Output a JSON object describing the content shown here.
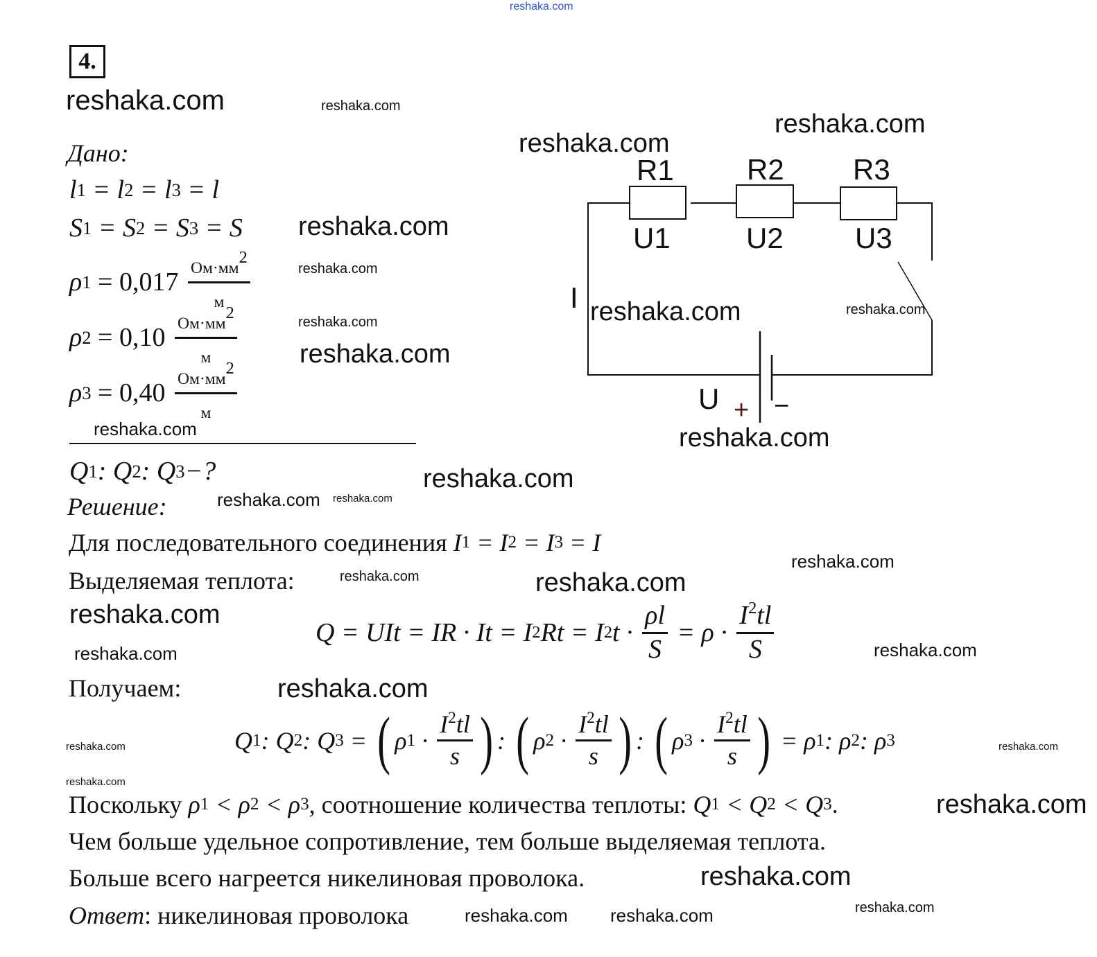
{
  "watermark": "reshaka.com",
  "problem_number": "4.",
  "given": {
    "heading": "Дано:",
    "lengths": [
      "l",
      "_1",
      " = ",
      "l",
      "_2",
      " = ",
      "l",
      "_3",
      " = ",
      "l"
    ],
    "areas": [
      "S",
      "_1",
      " = ",
      "S",
      "_2",
      " = ",
      "S",
      "_3",
      " = ",
      "S"
    ],
    "rho1": [
      "ρ",
      "_1",
      {
        "rm": " = 0,017 "
      },
      {
        "num": [
          {
            "u": "Ом·мм"
          },
          "^2"
        ],
        "den": [
          {
            "u": "м"
          }
        ]
      }
    ],
    "rho2": [
      "ρ",
      "_2",
      {
        "rm": " = 0,10 "
      },
      {
        "num": [
          {
            "u": "Ом·мм"
          },
          "^2"
        ],
        "den": [
          {
            "u": "м"
          }
        ]
      }
    ],
    "rho3": [
      "ρ",
      "_3",
      {
        "rm": " = 0,40 "
      },
      {
        "num": [
          {
            "u": "Ом·мм"
          },
          "^2"
        ],
        "den": [
          {
            "u": "м"
          }
        ]
      }
    ]
  },
  "find": [
    "Q",
    "_1",
    ": ",
    "Q",
    "_2",
    ": ",
    "Q",
    "_3",
    "−?"
  ],
  "solution": {
    "heading": "Решение:",
    "line1": [
      {
        "rm": "Для последовательного соединения "
      },
      "I",
      "_1",
      " = ",
      "I",
      "_2",
      " = ",
      "I",
      "_3",
      " = ",
      "I"
    ],
    "line2": "Выделяемая теплота:",
    "heat_formula": [
      "Q = UIt = IR · It = I",
      "^2",
      "Rt = I",
      "^2",
      "t · ",
      {
        "num": [
          "ρl"
        ],
        "den": [
          "S"
        ]
      },
      " = ρ · ",
      {
        "num": [
          "I",
          "^2",
          "tl"
        ],
        "den": [
          "S"
        ]
      }
    ],
    "line3": "Получаем:",
    "ratio_formula": [
      "Q",
      "_1",
      ": ",
      "Q",
      "_2",
      ": ",
      "Q",
      "_3",
      " = ",
      {
        "big": "("
      },
      "ρ",
      "_1",
      " · ",
      {
        "num": [
          "I",
          "^2",
          "tl"
        ],
        "den": [
          "s"
        ]
      },
      {
        "big": ")"
      },
      ": ",
      {
        "big": "("
      },
      "ρ",
      "_2",
      " · ",
      {
        "num": [
          "I",
          "^2",
          "tl"
        ],
        "den": [
          "s"
        ]
      },
      {
        "big": ")"
      },
      ": ",
      {
        "big": "("
      },
      "ρ",
      "_3",
      " · ",
      {
        "num": [
          "I",
          "^2",
          "tl"
        ],
        "den": [
          "s"
        ]
      },
      {
        "big": ")"
      },
      " = ",
      "ρ",
      "_1",
      ": ",
      "ρ",
      "_2",
      ": ",
      "ρ",
      "_3"
    ],
    "line4": [
      {
        "rm": "Поскольку "
      },
      "ρ",
      "_1",
      " < ",
      "ρ",
      "_2",
      " < ",
      "ρ",
      "_3",
      {
        "rm": ", соотношение количества теплоты: "
      },
      "Q",
      "_1",
      " < ",
      "Q",
      "_2",
      " < ",
      "Q",
      "_3",
      {
        "rm": "."
      }
    ],
    "line5": "Чем больше удельное сопротивление, тем больше выделяемая теплота.",
    "line6": "Больше всего нагреется никелиновая проволока.",
    "answer_label": "Ответ",
    "answer_text": ": никелиновая проволока"
  },
  "circuit": {
    "resistors": [
      "R1",
      "R2",
      "R3"
    ],
    "voltages": [
      "U1",
      "U2",
      "U3"
    ],
    "current": "I",
    "source": "U",
    "plus": "+",
    "minus": "−"
  }
}
